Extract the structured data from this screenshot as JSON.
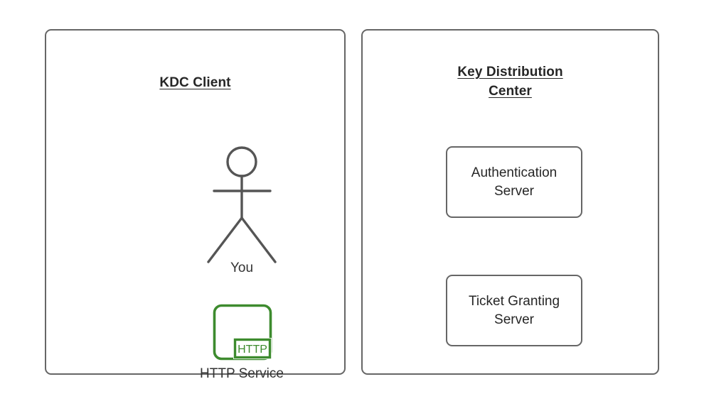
{
  "diagram": {
    "title_left": "KDC Client",
    "title_right": "Key Distribution\nCenter",
    "colors": {
      "stroke_gray": "#666666",
      "text_dark": "#262626",
      "text_body": "#333333",
      "service_green": "#3D8B2E",
      "background": "#ffffff"
    }
  },
  "client_panel": {
    "title": "KDC Client",
    "actor": {
      "icon": "stick-figure-user-icon",
      "caption": "You"
    },
    "service": {
      "icon": "http-service-icon",
      "badge_label": "HTTP",
      "caption": "HTTP Service"
    }
  },
  "kdc_panel": {
    "title_line1": "Key Distribution",
    "title_line2": "Center",
    "servers": [
      {
        "label": "Authentication\nServer",
        "name": "authentication-server"
      },
      {
        "label": "Ticket Granting\nServer",
        "name": "ticket-granting-server"
      }
    ]
  }
}
